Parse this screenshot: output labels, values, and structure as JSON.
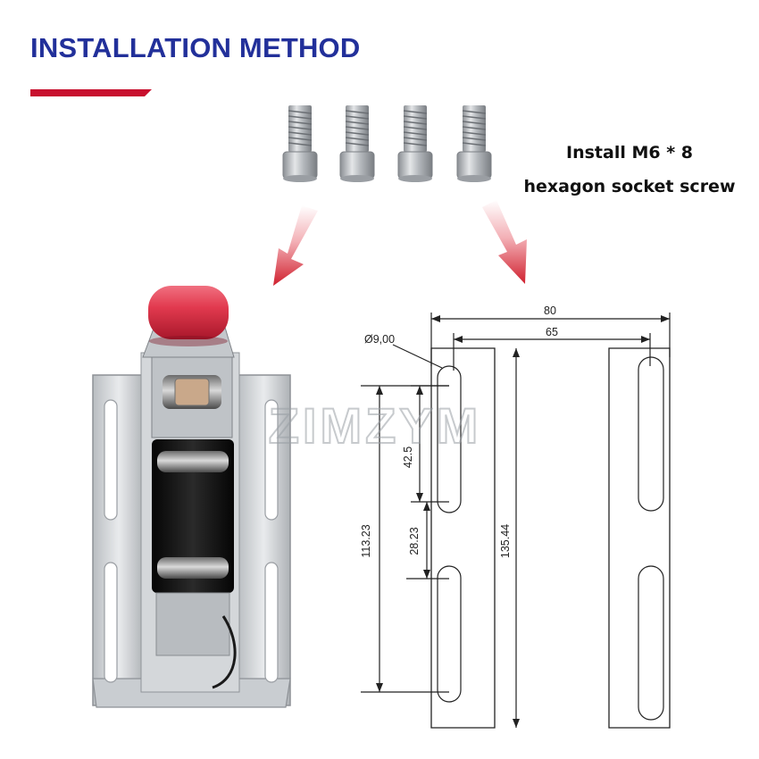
{
  "heading": "INSTALLATION METHOD",
  "accent_color": "#c8102e",
  "heading_color": "#22309a",
  "install_note": {
    "line1": "Install M6 * 8",
    "line2": "hexagon socket screw"
  },
  "watermark": "ZIMZYM",
  "drawing": {
    "overall_width": "80",
    "slot_spacing": "65",
    "hole_diameter": "Ø9,00",
    "slot_length": "42.5",
    "slot_gap": "28.23",
    "slot_span": "113.23",
    "plate_height": "135.44"
  },
  "icons": [
    "hex-socket-screw-icon",
    "arrow-down-left-icon",
    "arrow-down-right-icon"
  ]
}
